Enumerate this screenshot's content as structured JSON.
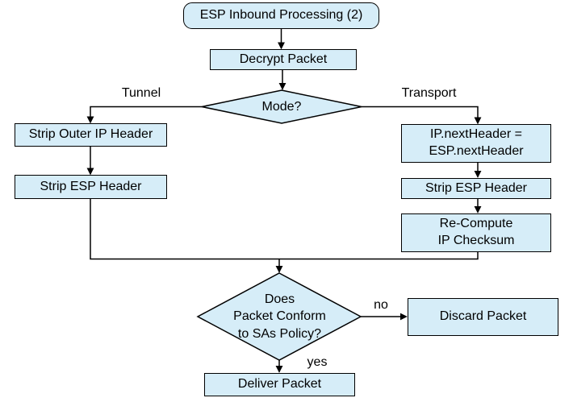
{
  "diagram": {
    "title": "ESP Inbound Processing (2)",
    "type": "flowchart"
  },
  "colors": {
    "node_fill": "#d6edf8",
    "node_border": "#000000",
    "connector": "#000000",
    "text": "#000000",
    "background": "#ffffff"
  },
  "nodes": {
    "start": {
      "label": "ESP Inbound Processing (2)",
      "shape": "rounded-rect"
    },
    "decrypt": {
      "label": "Decrypt Packet",
      "shape": "rect"
    },
    "mode": {
      "label": "Mode?",
      "shape": "diamond"
    },
    "strip_outer_ip": {
      "label": "Strip Outer IP Header",
      "shape": "rect"
    },
    "strip_esp_tunnel": {
      "label": "Strip ESP Header",
      "shape": "rect"
    },
    "ip_next_header": {
      "label": "IP.nextHeader =\nESP.nextHeader",
      "shape": "rect"
    },
    "strip_esp_transport": {
      "label": "Strip ESP Header",
      "shape": "rect"
    },
    "recompute_checksum": {
      "label": "Re-Compute\nIP Checksum",
      "shape": "rect"
    },
    "policy_check": {
      "label": "Does\nPacket Conform\nto SAs Policy?",
      "shape": "diamond"
    },
    "discard": {
      "label": "Discard Packet",
      "shape": "rect"
    },
    "deliver": {
      "label": "Deliver Packet",
      "shape": "rect"
    }
  },
  "edge_labels": {
    "tunnel": "Tunnel",
    "transport": "Transport",
    "no": "no",
    "yes": "yes"
  }
}
